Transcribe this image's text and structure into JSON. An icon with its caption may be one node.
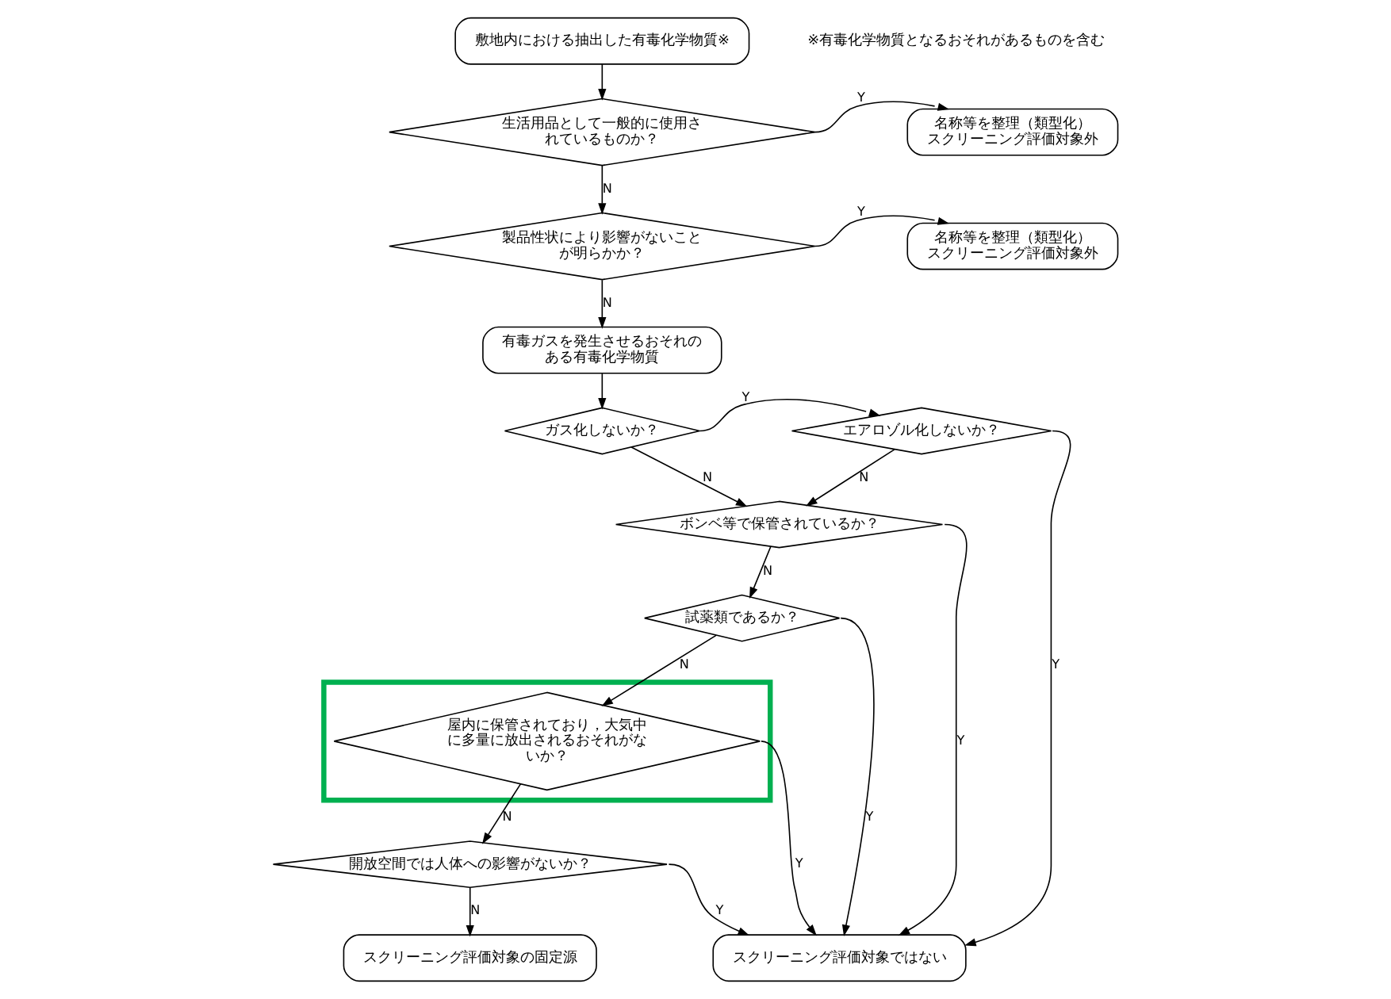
{
  "diagram": {
    "nodes": [
      {
        "text": [
          "敷地内における抽出した有毒化学物質※"
        ]
      },
      {
        "text": [
          "生活用品として一般的に使用されているものか？"
        ]
      },
      {
        "text": [
          "名称等を整理（類型化）",
          "スクリーニング評価対象外"
        ]
      },
      {
        "text": [
          "製品性状により影響がないことが明らかか？"
        ]
      },
      {
        "text": [
          "名称等を整理（類型化）",
          "スクリーニング評価対象外"
        ]
      },
      {
        "text": [
          "有毒ガスを発生させるおそれのある有毒化学物質"
        ]
      },
      {
        "text": [
          "ガス化しないか？"
        ]
      },
      {
        "text": [
          "エアロゾル化しないか？"
        ]
      },
      {
        "text": [
          "ボンベ等で保管されているか？"
        ]
      },
      {
        "text": [
          "試薬類であるか？"
        ]
      },
      {
        "text": [],
        "shape": "box"
      },
      {
        "text": [
          "屋内に保管されており，大気中に多量に放出されるおそれがないか？"
        ],
        "in": 10
      },
      {
        "text": [
          "開放空間では人体への影響がないか？"
        ]
      },
      {
        "text": [
          "スクリーニング評価対象の固定源"
        ]
      },
      {
        "text": [
          "スクリーニング評価対象ではない"
        ]
      }
    ],
    "edges": [
      {
        "from": 0,
        "to": 1,
        "arrow": "to"
      },
      {
        "from": 1,
        "to": 2,
        "arrow": "to",
        "label": "Y"
      },
      {
        "from": 1,
        "to": 3,
        "arrow": "to",
        "label": "N"
      },
      {
        "from": 3,
        "to": 4,
        "arrow": "to",
        "label": "Y"
      },
      {
        "from": 3,
        "to": 5,
        "arrow": "to",
        "label": "N"
      },
      {
        "from": 5,
        "to": 6,
        "arrow": "to"
      },
      {
        "from": 6,
        "to": 7,
        "arrow": "to",
        "label": "Y"
      },
      {
        "from": 6,
        "to": 8,
        "arrow": "to",
        "label": "N"
      },
      {
        "from": 7,
        "to": 8,
        "arrow": "to",
        "label": "N"
      },
      {
        "from": 7,
        "to": 14,
        "arrow": "to",
        "label": "Y"
      },
      {
        "from": 8,
        "to": 14,
        "arrow": "to",
        "label": "Y"
      },
      {
        "from": 8,
        "to": 9,
        "arrow": "to",
        "label": "N"
      },
      {
        "from": 9,
        "to": 14,
        "arrow": "to",
        "label": "Y"
      },
      {
        "from": 9,
        "to": 11,
        "arrow": "to",
        "label": "N"
      },
      {
        "from": 11,
        "to": 14,
        "arrow": "to",
        "label": "Y"
      },
      {
        "from": 11,
        "to": 12,
        "arrow": "to",
        "label": "N"
      },
      {
        "from": 12,
        "to": 14,
        "arrow": "to",
        "label": "Y"
      },
      {
        "from": 12,
        "to": 13,
        "arrow": "to",
        "label": "N"
      }
    ],
    "labels": [
      "※有毒化学物質となるおそれがあるものを含む"
    ]
  }
}
